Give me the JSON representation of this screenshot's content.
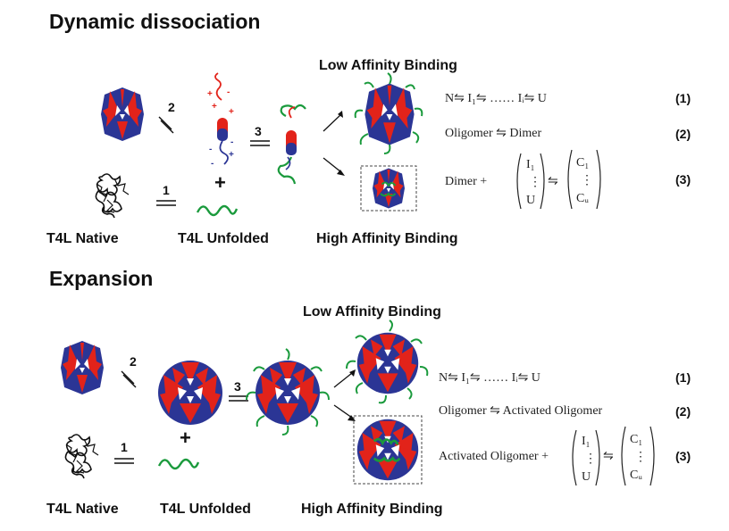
{
  "dynamic": {
    "title": "Dynamic dissociation",
    "low_affinity": "Low Affinity Binding",
    "high_affinity": "High Affinity Binding",
    "native_label": "T4L Native",
    "unfolded_label": "T4L Unfolded",
    "step1": "1",
    "step2": "2",
    "step3": "3",
    "plus": "+",
    "eq1": "N⇋ I₁⇋ …… Iᵢ⇋ U",
    "eq1_num": "(1)",
    "eq2": "Oligomer ⇋ Dimer",
    "eq2_num": "(2)",
    "eq3_left": "Dimer +",
    "eq3_vec_top": "I₁",
    "eq3_vec_mid": "⋮",
    "eq3_vec_bot": "U",
    "eq3_arrow": "⇋",
    "eq3_res_top": "C₁",
    "eq3_res_mid": "⋮",
    "eq3_res_bot": "Cᵤ",
    "eq3_num": "(3)"
  },
  "expansion": {
    "title": "Expansion",
    "low_affinity": "Low Affinity Binding",
    "high_affinity": "High Affinity Binding",
    "native_label": "T4L Native",
    "unfolded_label": "T4L Unfolded",
    "step1": "1",
    "step2": "2",
    "step3": "3",
    "plus": "+",
    "eq1": "N⇋ I₁⇋ …… Iᵢ⇋ U",
    "eq1_num": "(1)",
    "eq2": "Oligomer ⇋ Activated Oligomer",
    "eq2_num": "(2)",
    "eq3_left": "Activated Oligomer +",
    "eq3_vec_top": "I₁",
    "eq3_vec_mid": "⋮",
    "eq3_vec_bot": "U",
    "eq3_arrow": "⇋",
    "eq3_res_top": "C₁",
    "eq3_res_mid": "⋮",
    "eq3_res_bot": "Cᵤ",
    "eq3_num": "(3)"
  },
  "charges": {
    "plus": "+",
    "minus": "-"
  },
  "colors": {
    "red": "#e2231a",
    "blue": "#2b3595",
    "green": "#1a9a3c",
    "black": "#111111"
  }
}
